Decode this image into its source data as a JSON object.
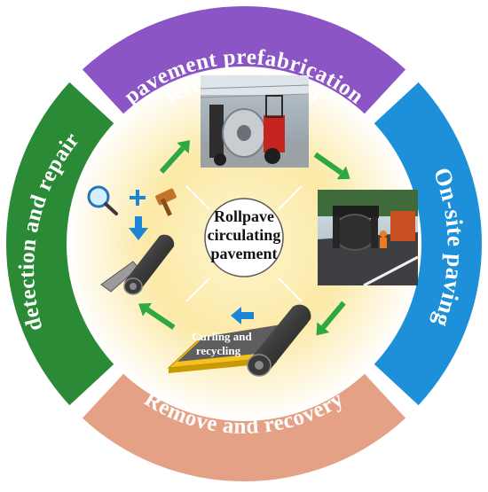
{
  "center": {
    "lines": [
      "Rollpave",
      "circulating",
      "pavement"
    ]
  },
  "segments": {
    "top": {
      "lines": [
        "Reutilization or",
        "pavement prefabrication"
      ],
      "color": "#8b55c6"
    },
    "right": {
      "label": "On-site paving",
      "color": "#1e8fd9"
    },
    "bottom": {
      "label": "Remove and recovery",
      "color": "#e4a186"
    },
    "left": {
      "label": "detection and repair",
      "color": "#2b8a36"
    }
  },
  "steps": {
    "curling": [
      "Curling and",
      "recycling"
    ]
  },
  "icons": [
    "magnifier-icon",
    "plus-icon",
    "hammer-icon",
    "down-arrow-icon",
    "left-arrow-icon"
  ],
  "colors": {
    "arrow_green": "#2ea843",
    "arrow_blue": "#1c86d6",
    "glow": "#f9e79a"
  }
}
